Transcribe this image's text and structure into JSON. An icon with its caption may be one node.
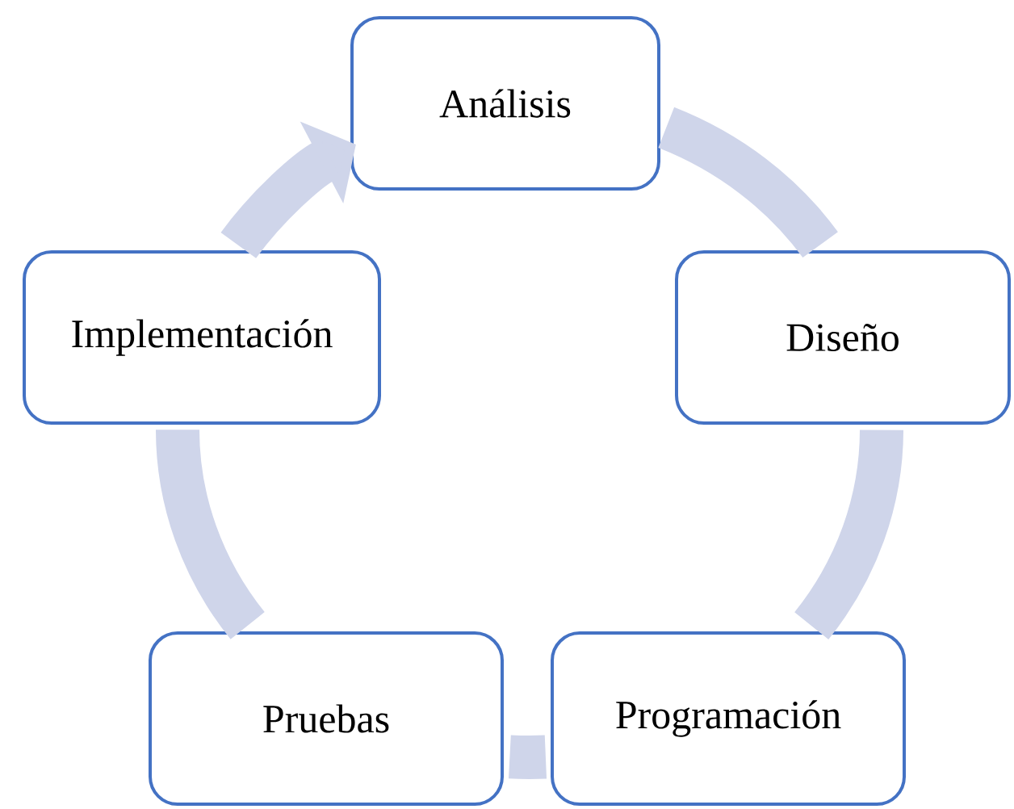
{
  "diagram": {
    "nodes": [
      {
        "text": [
          "Análisis"
        ]
      },
      {
        "text": [
          "Diseño"
        ]
      },
      {
        "text": [
          "Programación"
        ]
      },
      {
        "text": [
          "Pruebas"
        ]
      },
      {
        "text": [
          "Implementación"
        ]
      }
    ],
    "edges": [
      {
        "from": 0,
        "to": 1,
        "arrow": "none"
      },
      {
        "from": 1,
        "to": 2,
        "arrow": "none"
      },
      {
        "from": 2,
        "to": 3,
        "arrow": "none"
      },
      {
        "from": 3,
        "to": 4,
        "arrow": "none"
      },
      {
        "from": 4,
        "to": 0,
        "arrow": "to"
      }
    ]
  }
}
